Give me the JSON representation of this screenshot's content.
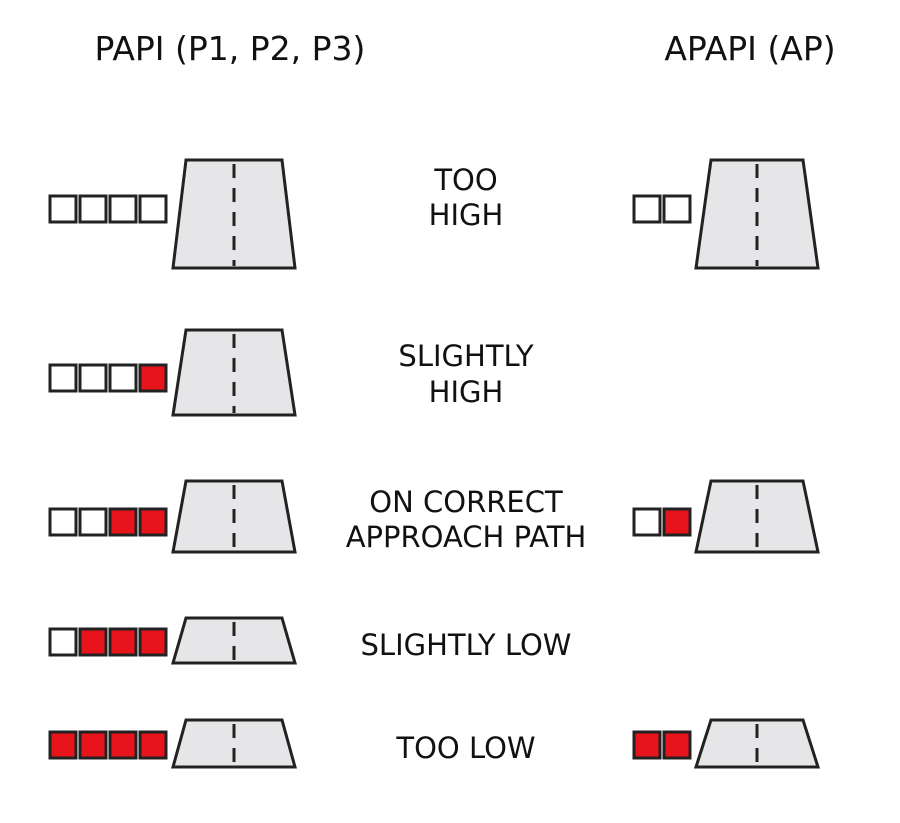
{
  "titles": {
    "papi": "PAPI (P1, P2, P3)",
    "apapi": "APAPI (AP)"
  },
  "colors": {
    "red_light": "#e8141c",
    "white_light": "#ffffff",
    "runway_fill": "#e6e6e8",
    "outline": "#222222"
  },
  "rows": [
    {
      "label_lines": [
        "TOO",
        "HIGH"
      ],
      "papi_red_count": 0,
      "apapi_red_count": 0
    },
    {
      "label_lines": [
        "SLIGHTLY",
        "HIGH"
      ],
      "papi_red_count": 1,
      "apapi_red_count": null
    },
    {
      "label_lines": [
        "ON CORRECT",
        "APPROACH PATH"
      ],
      "papi_red_count": 2,
      "apapi_red_count": 1
    },
    {
      "label_lines": [
        "SLIGHTLY LOW"
      ],
      "papi_red_count": 3,
      "apapi_red_count": null
    },
    {
      "label_lines": [
        "TOO LOW"
      ],
      "papi_red_count": 4,
      "apapi_red_count": 2
    }
  ]
}
